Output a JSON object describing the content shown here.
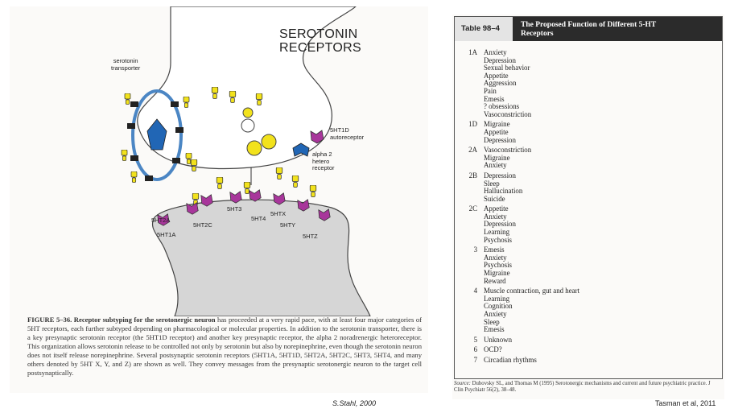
{
  "figure": {
    "title_line1": "SEROTONIN",
    "title_line2": "RECEPTORS",
    "labels": {
      "transporter_line1": "serotonin",
      "transporter_line2": "transporter",
      "autoreceptor_line1": "5HT1D",
      "autoreceptor_line2": "autoreceptor",
      "alpha2_line1": "alpha 2",
      "alpha2_line2": "hetero",
      "alpha2_line3": "receptor",
      "r_5ht1a": "5HT1A",
      "r_5ht2a": "5HT2A",
      "r_5ht2c": "5HT2C",
      "r_5ht3": "5HT3",
      "r_5ht4": "5HT4",
      "r_5htx": "5HTX",
      "r_5hty": "5HTY",
      "r_5htz": "5HTZ"
    },
    "caption_lead": "FIGURE 5–36. Receptor subtyping for the serotonergic neuron",
    "caption_body": " has proceeded at a very rapid pace, with at least four major categories of 5HT receptors, each further subtyped depending on pharmacological or molecular properties. In addition to the serotonin transporter, there is a key presynaptic serotonin receptor (the 5HT1D receptor) and another key presynaptic receptor, the alpha 2 noradrenergic heteroreceptor. This organization allows serotonin release to be controlled not only by serotonin but also by norepinephrine, even though the serotonin neuron does not itself release norepinephrine. Several postsynaptic serotonin receptors (5HT1A, 5HT1D, 5HT2A, 5HT2C, 5HT3, 5HT4, and many others denoted by 5HT X, Y, and Z) are shown as well. They convey messages from the presynaptic serotonergic neuron to the target cell postsynaptically.",
    "credit": "S.Stahl, 2000"
  },
  "table": {
    "number": "Table 98–4",
    "title_line1": "The Proposed Function of Different 5-HT",
    "title_line2": "Receptors",
    "groups": [
      {
        "code": "1A",
        "functions": [
          "Anxiety",
          "Depression",
          "Sexual behavior",
          "Appetite",
          "Aggression",
          "Pain",
          "Emesis",
          "? obsessions",
          "Vasoconstriction"
        ]
      },
      {
        "code": "1D",
        "functions": [
          "Migraine",
          "Appetite",
          "Depression"
        ]
      },
      {
        "code": "2A",
        "functions": [
          "Vasoconstriction",
          "Migraine",
          "Anxiety"
        ]
      },
      {
        "code": "2B",
        "functions": [
          "Depression",
          "Sleep",
          "Hallucination",
          "Suicide"
        ]
      },
      {
        "code": "2C",
        "functions": [
          "Appetite",
          "Anxiety",
          "Depression",
          "Learning",
          "Psychosis"
        ]
      },
      {
        "code": "3",
        "functions": [
          "Emesis",
          "Anxiety",
          "Psychosis",
          "Migraine",
          "Reward"
        ]
      },
      {
        "code": "4",
        "functions": [
          "Muscle contraction, gut and heart",
          "Learning",
          "Cognition",
          "Anxiety",
          "Sleep",
          "Emesis"
        ]
      },
      {
        "code": "5",
        "functions": [
          "Unknown"
        ]
      },
      {
        "code": "6",
        "functions": [
          "OCD?"
        ]
      },
      {
        "code": "7",
        "functions": [
          "Circadian rhythms"
        ]
      }
    ],
    "source_label": "Source:",
    "source_text": " Dubovsky SL, and Thomas M (1995) Serotonergic mechanisms and current and future psychiatric practice. J Clin Psychiatr 56(2), 38–48.",
    "credit": "Tasman et al, 2011"
  },
  "colors": {
    "receptor": "#a8369b",
    "serotonin": "#f2e21c",
    "transporter_ring": "#4b86c4",
    "alpha2": "#2166b5",
    "neuron_fill": "#d6d6d6",
    "header_dark": "#2b2b2b"
  }
}
